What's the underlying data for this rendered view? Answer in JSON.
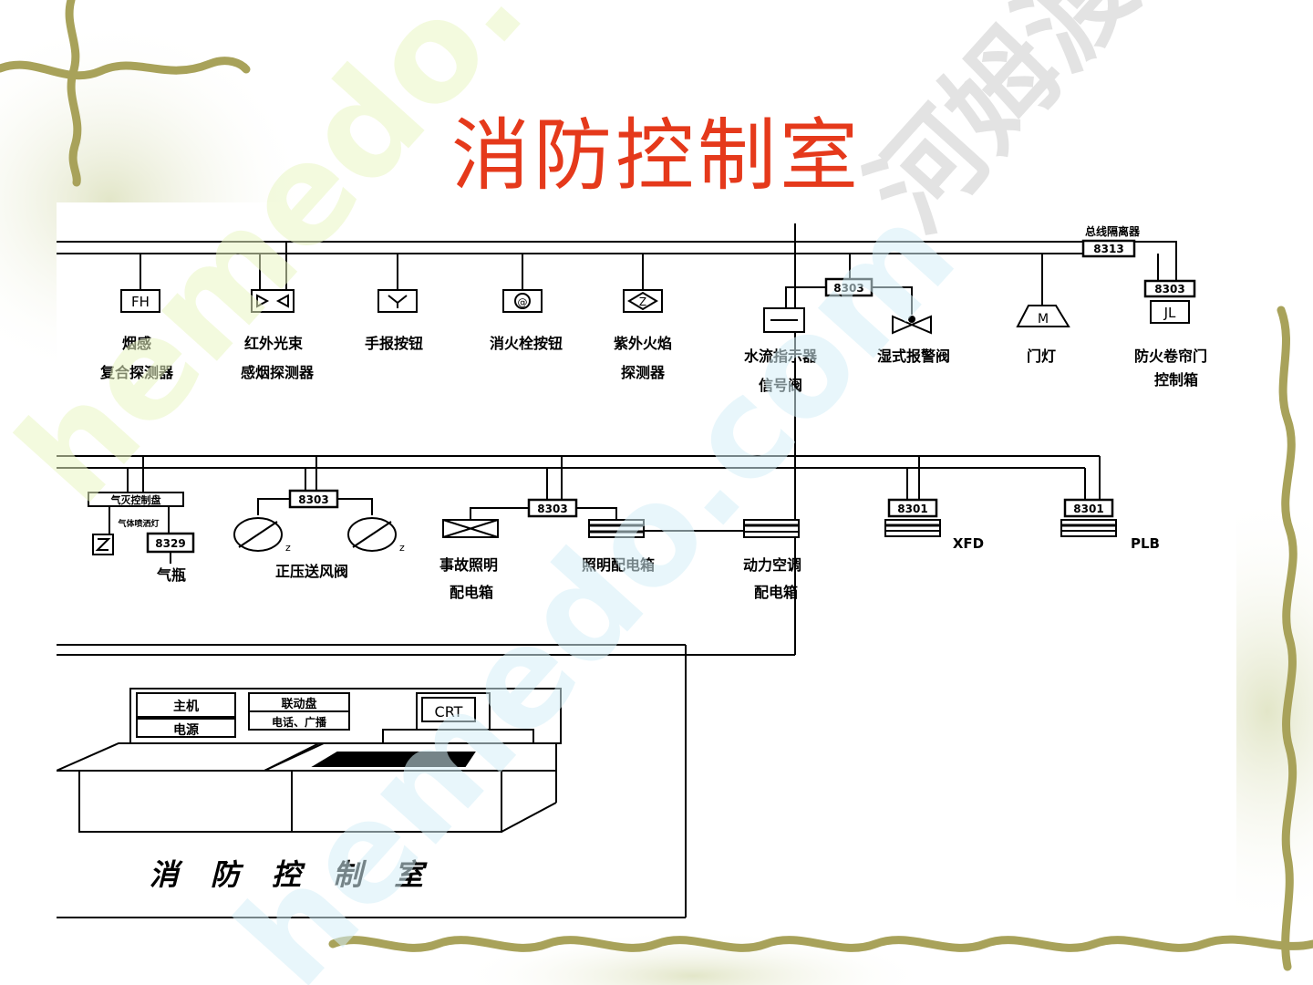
{
  "slide": {
    "title": "消防控制室",
    "watermark_brand": "河姆渡",
    "watermark_site": "hemedo.com"
  },
  "diagram": {
    "top_devices": [
      {
        "symbol": "FH",
        "label1": "烟感",
        "label2": "复合探测器"
      },
      {
        "symbol": "",
        "label1": "红外光束",
        "label2": "感烟探测器"
      },
      {
        "symbol": "",
        "label1": "手报按钮",
        "label2": ""
      },
      {
        "symbol": "@",
        "label1": "消火栓按钮",
        "label2": ""
      },
      {
        "symbol": "Z",
        "label1": "紫外火焰",
        "label2": "探测器"
      },
      {
        "symbol": "",
        "label1": "水流指示器",
        "label2": "信号阀"
      },
      {
        "symbol": "",
        "label1": "湿式报警阀",
        "label2": ""
      },
      {
        "symbol": "M",
        "label1": "门灯",
        "label2": ""
      },
      {
        "symbol": "JL",
        "label1": "防火卷帘门",
        "label2": "控制箱"
      }
    ],
    "module_codes": {
      "m8303_top": "8303",
      "m8313": "8313",
      "m8303_jl": "8303",
      "isolator_label": "总线隔离器",
      "m8303_fan": "8303",
      "m8303_mid": "8303",
      "m8329": "8329",
      "m8301_a": "8301",
      "m8301_b": "8301"
    },
    "bottom_devices": {
      "gas_panel": "气灭控制盘",
      "gas_sub": "气体喷洒灯",
      "gas_label": "气瓶",
      "fan_label": "正压送风阀",
      "emergency_1": "事故照明",
      "emergency_2": "配电箱",
      "lighting": "照明配电箱",
      "power_1": "动力空调",
      "power_2": "配电箱",
      "xfd": "XFD",
      "plb": "PLB"
    },
    "console": {
      "host": "主机",
      "power": "电源",
      "linkage": "联动盘",
      "phone": "电话、广播",
      "crt": "CRT",
      "room_label": "消 防 控 制 室"
    }
  },
  "colors": {
    "title": "#e5391b",
    "vine": "#a8a25a",
    "leaf": "#8f8a3c",
    "watermark_green": "#eaf6c4",
    "watermark_blue": "#d6f0f8",
    "watermark_gray": "#d8d8d8"
  }
}
